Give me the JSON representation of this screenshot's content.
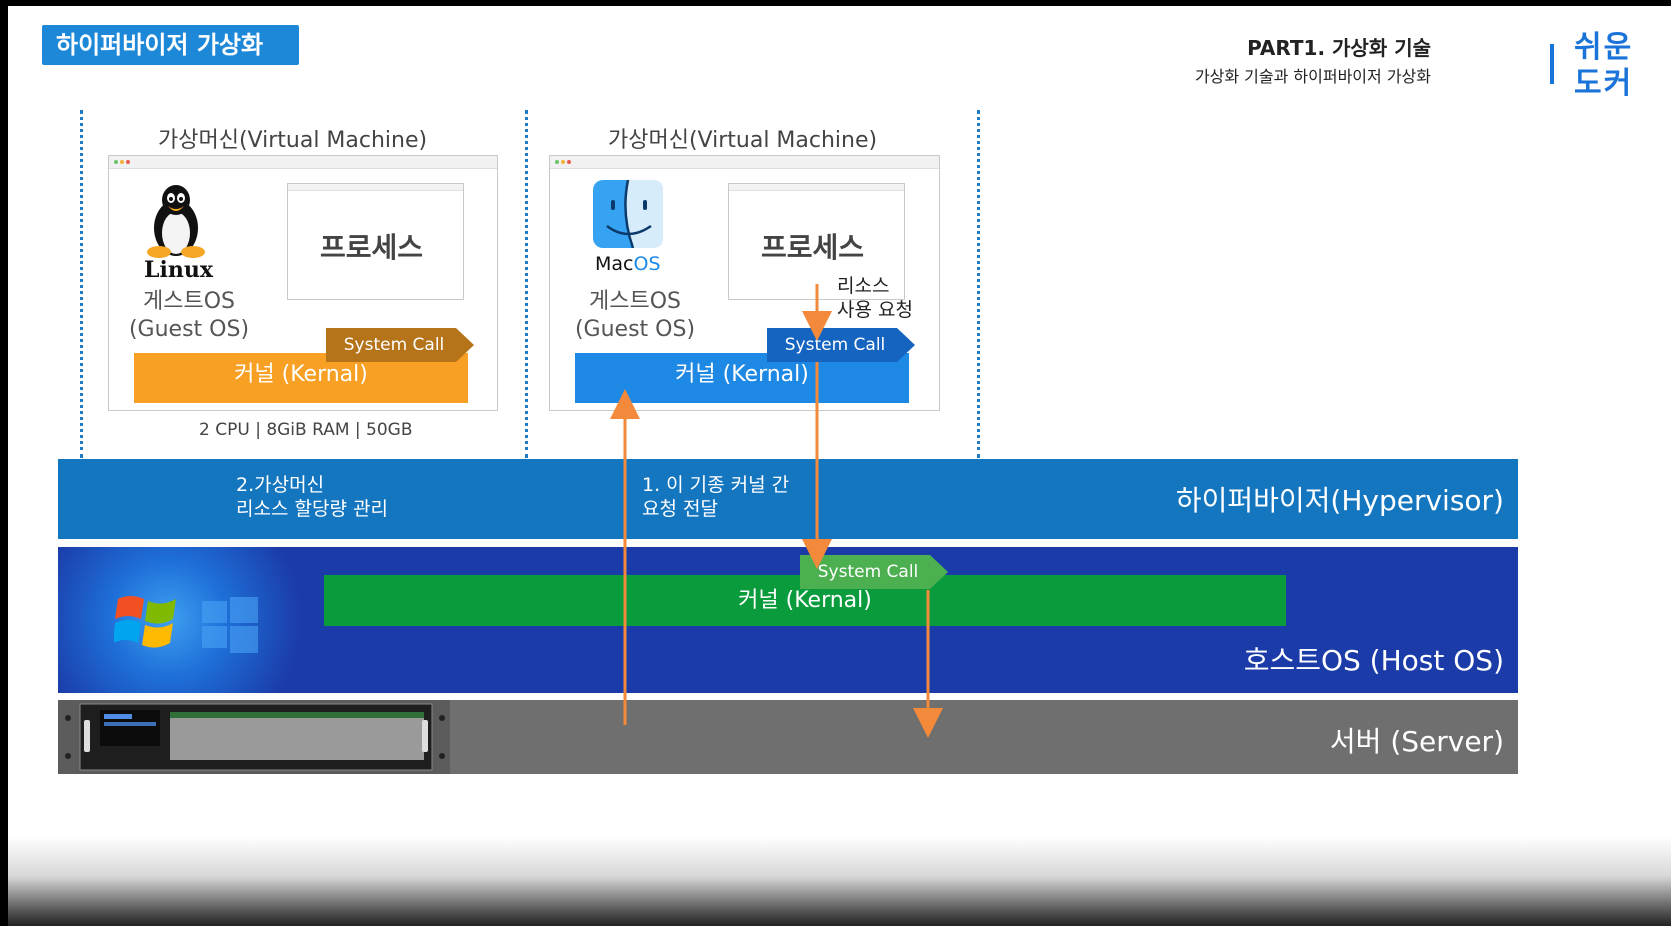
{
  "header": {
    "badge": "하이퍼바이저 가상화",
    "part_title": "PART1. 가상화 기술",
    "part_subtitle": "가상화 기술과 하이퍼바이저 가상화",
    "logo_line1": "쉬운",
    "logo_line2": "도커"
  },
  "vm_left": {
    "title": "가상머신(Virtual Machine)",
    "process": "프로세스",
    "os_brand": "Linux",
    "guest_os_line1": "게스트OS",
    "guest_os_line2": "(Guest OS)",
    "syscall": "System Call",
    "kernel": "커널 (Kernal)",
    "spec": "2 CPU | 8GiB RAM | 50GB"
  },
  "vm_right": {
    "title": "가상머신(Virtual Machine)",
    "process": "프로세스",
    "os_brand_1": "Mac",
    "os_brand_2": "OS",
    "guest_os_line1": "게스트OS",
    "guest_os_line2": "(Guest OS)",
    "resource_line1": "리소스",
    "resource_line2": "사용 요청",
    "syscall": "System Call",
    "kernel": "커널 (Kernal)"
  },
  "hypervisor": {
    "label": "하이퍼바이저(Hypervisor)",
    "note_left_line1": "2.가상머신",
    "note_left_line2": "리소스 할당량 관리",
    "note_mid_line1": "1. 이 기종 커널 간",
    "note_mid_line2": "요청 전달"
  },
  "host": {
    "label": "호스트OS (Host OS)",
    "kernel": "커널 (Kernal)",
    "syscall": "System Call"
  },
  "server": {
    "label": "서버 (Server)"
  },
  "colors": {
    "accent_blue": "#1e88d8",
    "left_kernel": "#f8a023",
    "left_syscall": "#b5731a",
    "right_kernel": "#1e88e5",
    "right_syscall": "#1565c0",
    "host_kernel": "#0a9b3c",
    "host_syscall": "#4caf50",
    "arrow": "#f3893a"
  }
}
